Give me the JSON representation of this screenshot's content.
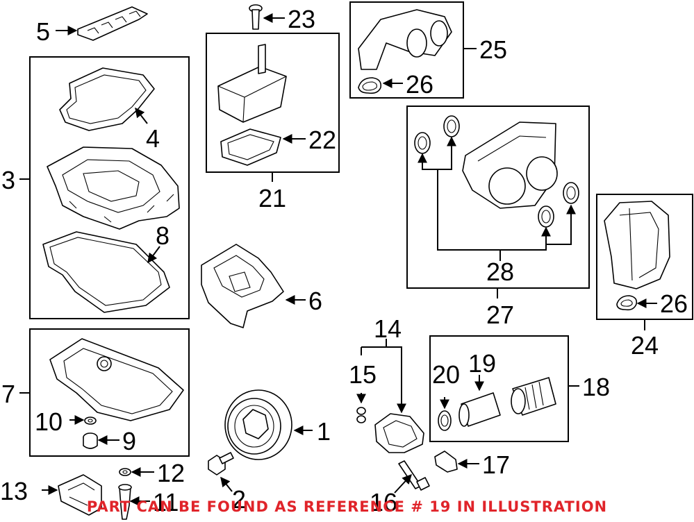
{
  "callouts": {
    "c1": "1",
    "c2": "2",
    "c3": "3",
    "c4": "4",
    "c5": "5",
    "c6": "6",
    "c7": "7",
    "c8": "8",
    "c9": "9",
    "c10": "10",
    "c11": "11",
    "c12": "12",
    "c13": "13",
    "c14": "14",
    "c15": "15",
    "c16": "16",
    "c17": "17",
    "c18": "18",
    "c19": "19",
    "c20": "20",
    "c21": "21",
    "c22": "22",
    "c23": "23",
    "c24": "24",
    "c25": "25",
    "c26a": "26",
    "c26b": "26",
    "c27": "27",
    "c28": "28"
  },
  "footer_note": "PART CAN BE FOUND AS REFERENCE # 19 IN ILLUSTRATION",
  "colors": {
    "note": "#e0242a",
    "line": "#000000"
  }
}
